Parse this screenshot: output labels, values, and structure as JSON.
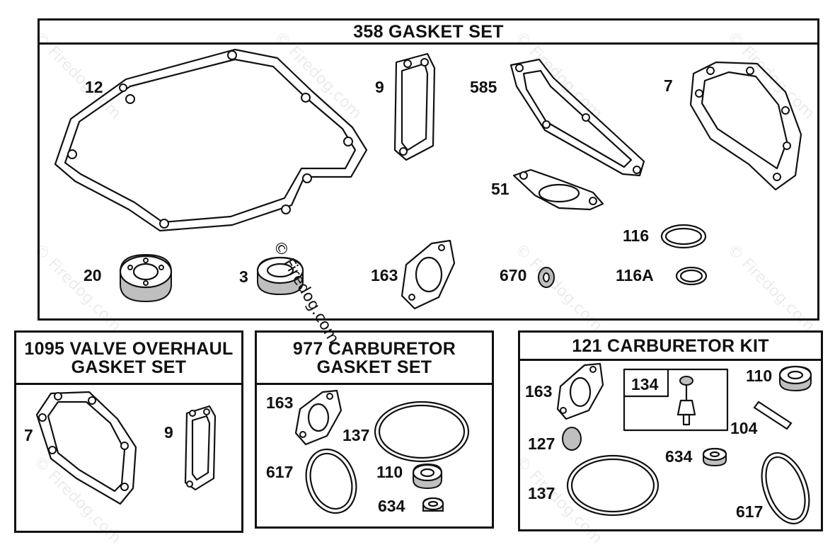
{
  "watermark": "© Firedog.com",
  "copyright_overlay": "© Firedog.com",
  "panels": {
    "main": {
      "title": "358 GASKET SET",
      "labels": {
        "p12": "12",
        "p9": "9",
        "p585": "585",
        "p7": "7",
        "p51": "51",
        "p116": "116",
        "p20": "20",
        "p3": "3",
        "p163": "163",
        "p670": "670",
        "p116A": "116A"
      }
    },
    "valve": {
      "title_line1": "1095 VALVE OVERHAUL",
      "title_line2": "GASKET SET",
      "labels": {
        "p7": "7",
        "p9": "9"
      }
    },
    "carb_gasket": {
      "title_line1": "977 CARBURETOR",
      "title_line2": "GASKET SET",
      "labels": {
        "p163": "163",
        "p137": "137",
        "p617": "617",
        "p110": "110",
        "p634": "634"
      }
    },
    "carb_kit": {
      "title": "121 CARBURETOR KIT",
      "labels": {
        "p163": "163",
        "p134": "134",
        "p110": "110",
        "p127": "127",
        "p104": "104",
        "p634": "634",
        "p137": "137",
        "p617": "617"
      }
    }
  }
}
